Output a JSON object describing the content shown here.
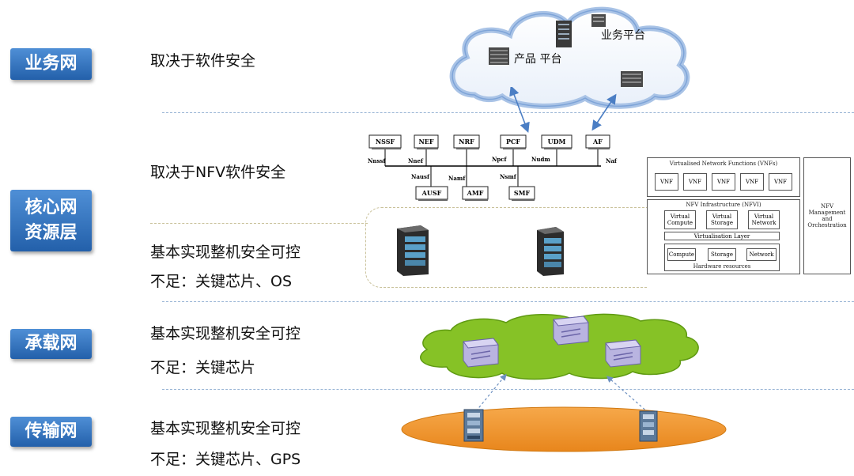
{
  "layers": [
    {
      "name": "业务网",
      "desc": [
        "取决于软件安全"
      ]
    },
    {
      "name": "核心网\n资源层",
      "desc_top": [
        "取决于NFV软件安全"
      ],
      "desc": [
        "基本实现整机安全可控",
        "不足：关键芯片、OS"
      ]
    },
    {
      "name": "承载网",
      "desc": [
        "基本实现整机安全可控",
        "不足：关键芯片"
      ]
    },
    {
      "name": "传输网",
      "desc": [
        "基本实现整机安全可控",
        "不足：关键芯片、GPS"
      ]
    }
  ],
  "cloud": {
    "label_product": "产品 平台",
    "label_business": "业务平台"
  },
  "functions": {
    "top": [
      "NSSF",
      "NEF",
      "NRF",
      "PCF",
      "UDM",
      "AF"
    ],
    "bottom": [
      "AUSF",
      "AMF",
      "SMF"
    ],
    "interfaces_top": [
      "Nnssf",
      "Nnef",
      "Npcf",
      "Nudm",
      "Naf"
    ],
    "interfaces_bottom": [
      "Nausf",
      "Namf",
      "Nsmf"
    ]
  },
  "nfv": {
    "vnfs_title": "Virtualised Network Functions (VNFs)",
    "vnf": [
      "VNF",
      "VNF",
      "VNF",
      "VNF",
      "VNF"
    ],
    "nfvi_title": "NFV Infrastructure (NFVI)",
    "virtual": [
      "Virtual Compute",
      "Virtual Storage",
      "Virtual Network"
    ],
    "virt_layer": "Virtualisation Layer",
    "hardware": [
      "Compute",
      "Storage",
      "Network"
    ],
    "hw_title": "Hardware resources",
    "mano": "NFV Management and Orchestration"
  }
}
